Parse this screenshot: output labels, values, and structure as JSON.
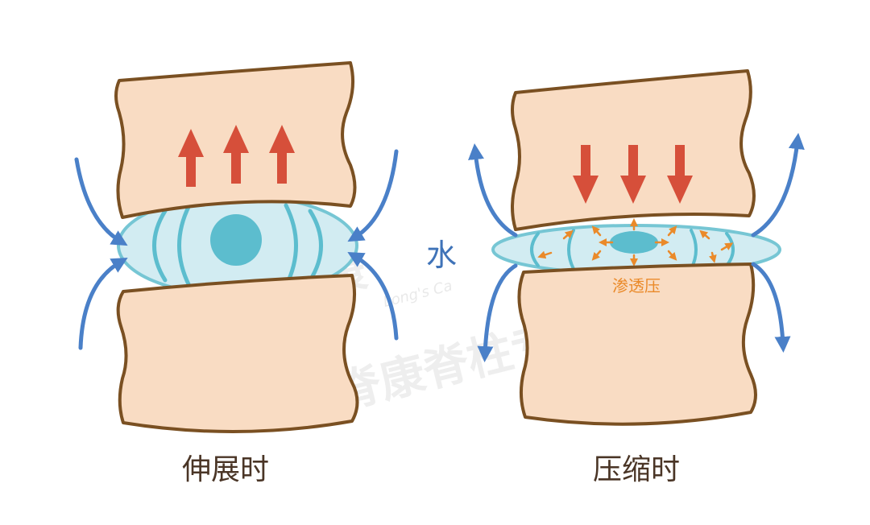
{
  "panels": {
    "extension": {
      "caption": "伸展时"
    },
    "compression": {
      "caption": "压缩时"
    }
  },
  "labels": {
    "water": "水",
    "osmotic_pressure": "渗透压"
  },
  "watermark": {
    "chinese": "龙脊康脊柱专科门诊",
    "english": "Long's Ca"
  },
  "colors": {
    "bone_fill": "#f9dcc3",
    "bone_stroke": "#7a5022",
    "disc_fill": "#d2ecf2",
    "disc_stroke": "#76c6d4",
    "nucleus": "#5cbdce",
    "force_arrow": "#d64f3a",
    "water_arrow": "#4a80c8",
    "osmotic_arrow": "#ea8a2a",
    "caption_text": "#4a3526"
  }
}
